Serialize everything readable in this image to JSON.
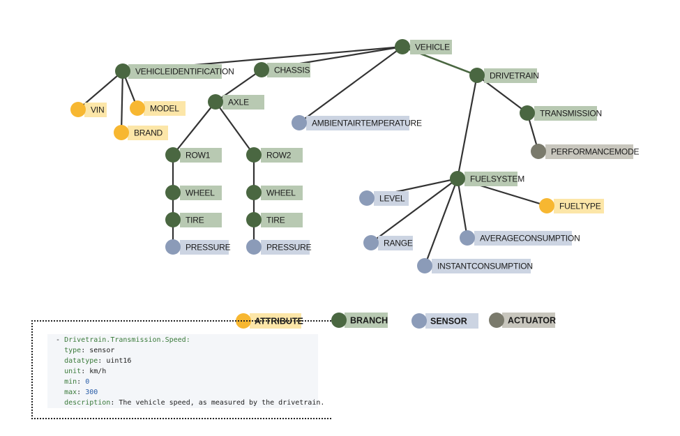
{
  "colors": {
    "attribute": "#f7b731",
    "attribute_label": "#fce6a8",
    "branch": "#4a6741",
    "branch_label": "#b8c9b2",
    "sensor": "#8b9bb8",
    "sensor_label": "#ccd4e2",
    "actuator": "#7a7a6c",
    "actuator_label": "#c8c6bd",
    "edge": "#333333",
    "edge_highlight": "#4a6741"
  },
  "tree": {
    "nodes": [
      {
        "id": "vehicle",
        "label": "VEHICLE",
        "type": "branch"
      },
      {
        "id": "vehicleidentification",
        "label": "VEHICLEIDENTIFICATION",
        "type": "branch"
      },
      {
        "id": "chassis",
        "label": "CHASSIS",
        "type": "branch"
      },
      {
        "id": "drivetrain",
        "label": "DRIVETRAIN",
        "type": "branch"
      },
      {
        "id": "vin",
        "label": "VIN",
        "type": "attribute"
      },
      {
        "id": "model",
        "label": "MODEL",
        "type": "attribute"
      },
      {
        "id": "brand",
        "label": "BRAND",
        "type": "attribute"
      },
      {
        "id": "axle",
        "label": "AXLE",
        "type": "branch"
      },
      {
        "id": "ambientairtemperature",
        "label": "AMBIENTAIRTEMPERATURE",
        "type": "sensor"
      },
      {
        "id": "transmission",
        "label": "TRANSMISSION",
        "type": "branch"
      },
      {
        "id": "performancemode",
        "label": "PERFORMANCEMODE",
        "type": "actuator"
      },
      {
        "id": "row1",
        "label": "ROW1",
        "type": "branch"
      },
      {
        "id": "row2",
        "label": "ROW2",
        "type": "branch"
      },
      {
        "id": "wheel1",
        "label": "WHEEL",
        "type": "branch"
      },
      {
        "id": "wheel2",
        "label": "WHEEL",
        "type": "branch"
      },
      {
        "id": "tire1",
        "label": "TIRE",
        "type": "branch"
      },
      {
        "id": "tire2",
        "label": "TIRE",
        "type": "branch"
      },
      {
        "id": "pressure1",
        "label": "PRESSURE",
        "type": "sensor"
      },
      {
        "id": "pressure2",
        "label": "PRESSURE",
        "type": "sensor"
      },
      {
        "id": "fuelsystem",
        "label": "FUELSYSTEM",
        "type": "branch"
      },
      {
        "id": "level",
        "label": "LEVEL",
        "type": "sensor"
      },
      {
        "id": "fueltype",
        "label": "FUELTYPE",
        "type": "attribute"
      },
      {
        "id": "range",
        "label": "RANGE",
        "type": "sensor"
      },
      {
        "id": "averageconsumption",
        "label": "AVERAGECONSUMPTION",
        "type": "sensor"
      },
      {
        "id": "instantconsumption",
        "label": "INSTANTCONSUMPTION",
        "type": "sensor"
      }
    ],
    "edges": [
      [
        "vehicle",
        "vehicleidentification"
      ],
      [
        "vehicle",
        "chassis"
      ],
      [
        "vehicle",
        "ambientairtemperature"
      ],
      [
        "vehicle",
        "drivetrain"
      ],
      [
        "vehicleidentification",
        "vin"
      ],
      [
        "vehicleidentification",
        "brand"
      ],
      [
        "vehicleidentification",
        "model"
      ],
      [
        "chassis",
        "axle"
      ],
      [
        "axle",
        "row1"
      ],
      [
        "axle",
        "row2"
      ],
      [
        "row1",
        "wheel1"
      ],
      [
        "wheel1",
        "tire1"
      ],
      [
        "tire1",
        "pressure1"
      ],
      [
        "row2",
        "wheel2"
      ],
      [
        "wheel2",
        "tire2"
      ],
      [
        "tire2",
        "pressure2"
      ],
      [
        "drivetrain",
        "transmission"
      ],
      [
        "transmission",
        "performancemode"
      ],
      [
        "drivetrain",
        "fuelsystem"
      ],
      [
        "fuelsystem",
        "level"
      ],
      [
        "fuelsystem",
        "fueltype"
      ],
      [
        "fuelsystem",
        "range"
      ],
      [
        "fuelsystem",
        "averageconsumption"
      ],
      [
        "fuelsystem",
        "instantconsumption"
      ]
    ],
    "highlighted_edge": [
      "vehicle",
      "drivetrain"
    ]
  },
  "legend": [
    {
      "type": "attribute",
      "label": "ATTRIBUTE"
    },
    {
      "type": "branch",
      "label": "BRANCH"
    },
    {
      "type": "sensor",
      "label": "SENSOR"
    },
    {
      "type": "actuator",
      "label": "ACTUATOR"
    }
  ],
  "code": {
    "path": "Drivetrain.Transmission.Speed:",
    "fields": [
      {
        "key": "type",
        "value": "sensor",
        "numeric": false
      },
      {
        "key": "datatype",
        "value": "uint16",
        "numeric": false
      },
      {
        "key": "unit",
        "value": "km/h",
        "numeric": false
      },
      {
        "key": "min",
        "value": "0",
        "numeric": true
      },
      {
        "key": "max",
        "value": "300",
        "numeric": true
      },
      {
        "key": "description",
        "value": "The vehicle speed, as measured by the drivetrain.",
        "numeric": false
      }
    ]
  }
}
